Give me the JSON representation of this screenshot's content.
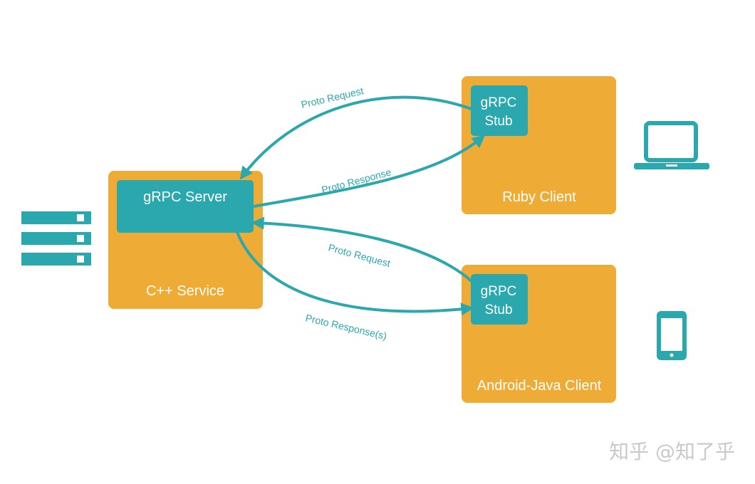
{
  "colors": {
    "box_orange": "#eeab35",
    "teal": "#2aa8ad",
    "text_white": "#ffffff",
    "watermark_gray": "#c9c9c9"
  },
  "cpp_service": {
    "server_label": "gRPC Server",
    "service_label": "C++ Service"
  },
  "ruby_client": {
    "stub_line1": "gRPC",
    "stub_line2": "Stub",
    "client_label": "Ruby Client"
  },
  "android_client": {
    "stub_line1": "gRPC",
    "stub_line2": "Stub",
    "client_label": "Android-Java Client"
  },
  "arrows": {
    "ruby_request": "Proto Request",
    "ruby_response": "Proto Response",
    "android_request": "Proto Request",
    "android_response": "Proto Response(s)"
  },
  "icons": {
    "server": "server-rack-icon",
    "laptop": "laptop-icon",
    "phone": "smartphone-icon"
  },
  "watermark": "知乎 @知了乎"
}
